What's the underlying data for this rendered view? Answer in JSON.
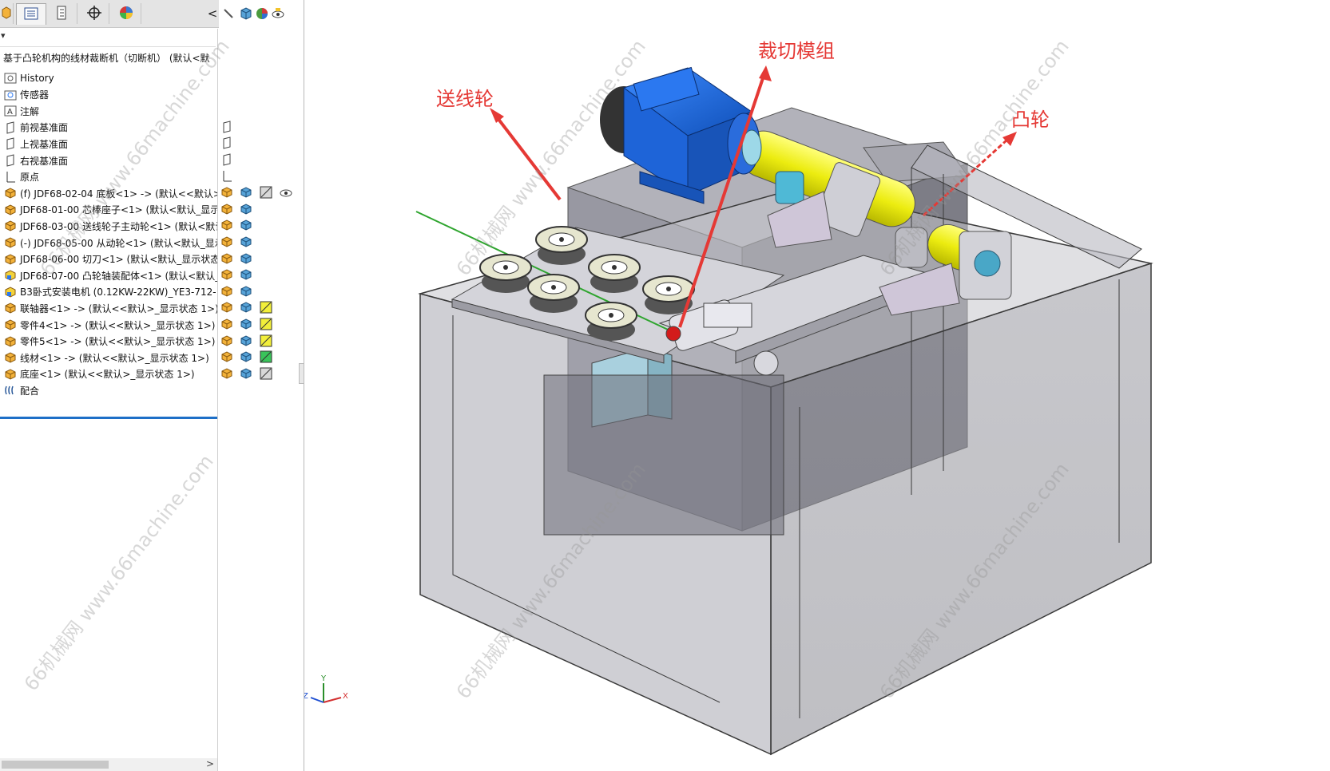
{
  "tree": {
    "root_label": "基于凸轮机构的线材裁断机（切断机） (默认<默",
    "filter_marker": "▾",
    "items": [
      {
        "label": "History",
        "icon": "history-icon"
      },
      {
        "label": "传感器",
        "icon": "sensor-folder-icon"
      },
      {
        "label": "注解",
        "icon": "annotation-icon"
      },
      {
        "label": "前视基准面",
        "icon": "plane-icon"
      },
      {
        "label": "上视基准面",
        "icon": "plane-icon"
      },
      {
        "label": "右视基准面",
        "icon": "plane-icon"
      },
      {
        "label": "原点",
        "icon": "origin-icon"
      },
      {
        "label": "(f) JDF68-02-04 底板<1> -> (默认<<默认>_",
        "icon": "part-icon"
      },
      {
        "label": "JDF68-01-00 芯棒座子<1> (默认<默认_显示",
        "icon": "part-icon"
      },
      {
        "label": "JDF68-03-00 送线轮子主动轮<1> (默认<默认",
        "icon": "part-icon"
      },
      {
        "label": "(-) JDF68-05-00 从动轮<1> (默认<默认_显示",
        "icon": "part-icon"
      },
      {
        "label": "JDF68-06-00 切刀<1> (默认<默认_显示状态",
        "icon": "part-icon"
      },
      {
        "label": "JDF68-07-00 凸轮轴装配体<1> (默认<默认_",
        "icon": "assembly-icon"
      },
      {
        "label": "B3卧式安装电机 (0.12KW-22KW)_YE3-712-",
        "icon": "assembly-icon"
      },
      {
        "label": "联轴器<1> -> (默认<<默认>_显示状态 1>)",
        "icon": "part-icon"
      },
      {
        "label": "零件4<1> -> (默认<<默认>_显示状态 1>)",
        "icon": "part-icon"
      },
      {
        "label": "零件5<1> -> (默认<<默认>_显示状态 1>)",
        "icon": "part-icon"
      },
      {
        "label": "线材<1> -> (默认<<默认>_显示状态 1>)",
        "icon": "part-icon"
      },
      {
        "label": "底座<1> (默认<<默认>_显示状态 1>)",
        "icon": "part-icon"
      },
      {
        "label": "配合",
        "icon": "mates-icon"
      }
    ]
  },
  "toolbar": {
    "collapse": "<",
    "scroll_right": ">"
  },
  "annotations": {
    "feed_wheel": "送线轮",
    "cut_module": "裁切模组",
    "cam": "凸轮"
  },
  "watermark": "66机械网 www.66machine.com",
  "triad": {
    "x": "X",
    "y": "Y",
    "z": "Z"
  },
  "colors": {
    "annotation": "#e53935",
    "motor_blue": "#1e64d8",
    "shaft_yellow": "#ecec10",
    "housing_gray": "#8e8e96",
    "selection_blue": "#1e6fc7"
  }
}
